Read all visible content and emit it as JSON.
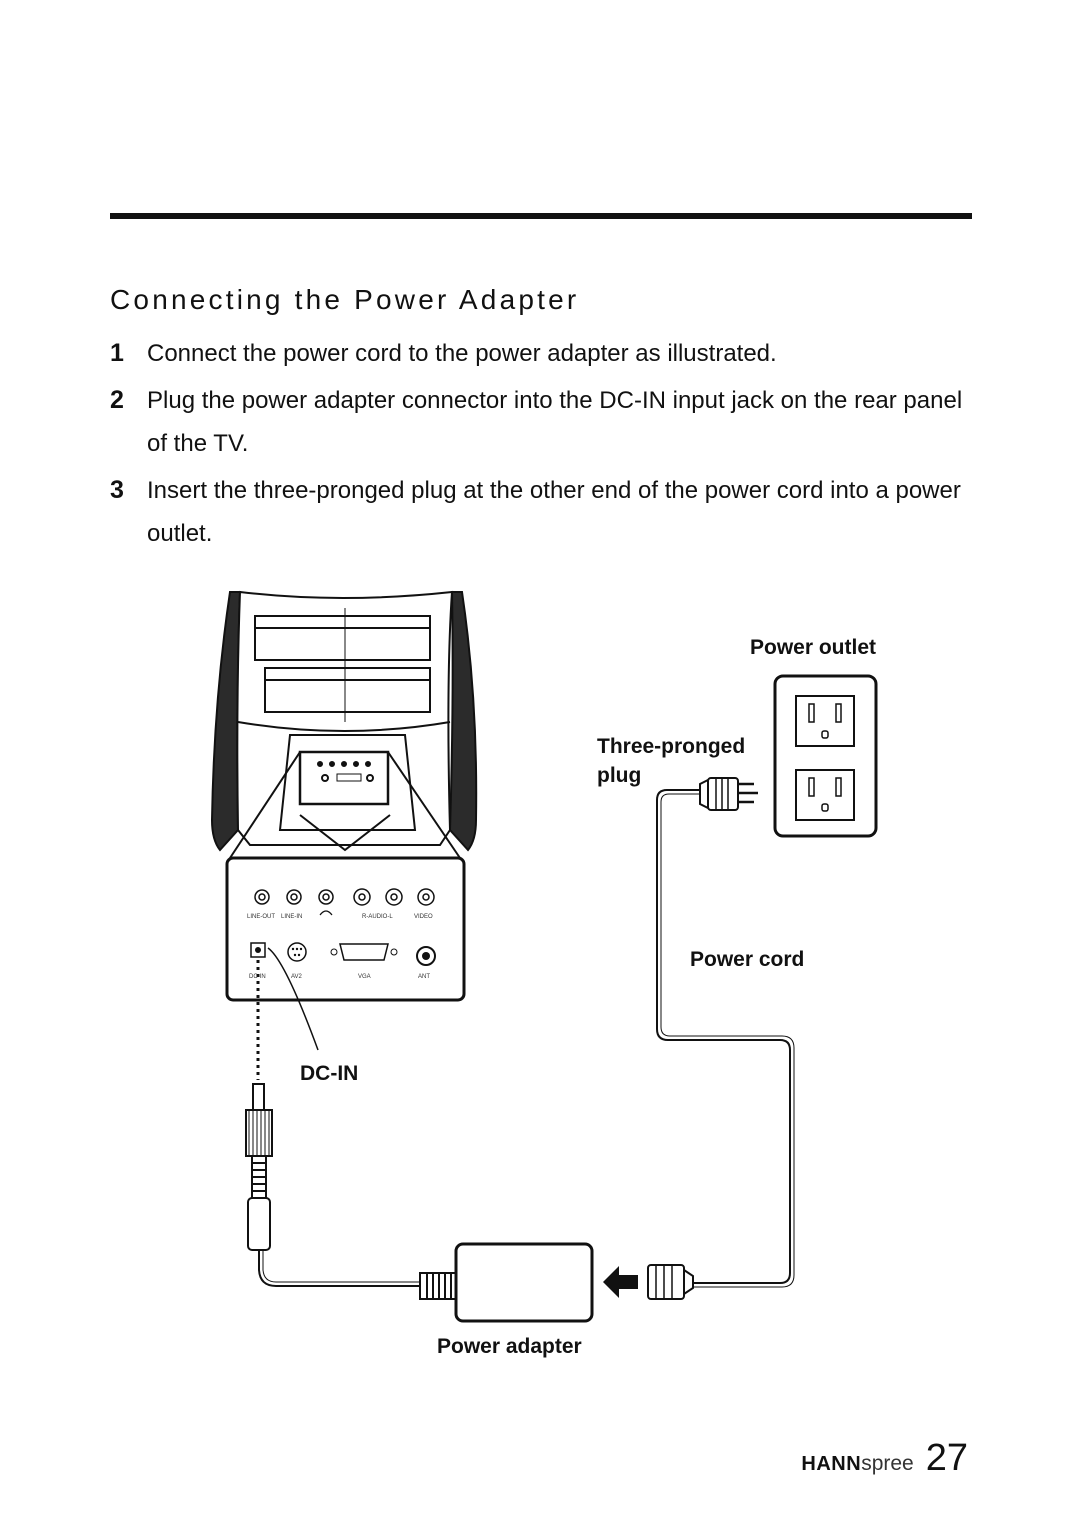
{
  "section": {
    "title": "Connecting the Power Adapter"
  },
  "steps": [
    {
      "number": "1",
      "text": "Connect the power cord to the power adapter as illustrated."
    },
    {
      "number": "2",
      "text": "Plug the power adapter connector into the DC-IN input jack on the rear panel of the TV."
    },
    {
      "number": "3",
      "text": "Insert the three-pronged plug at the other end of the power cord into a power outlet."
    }
  ],
  "diagram": {
    "labels": {
      "power_outlet": "Power outlet",
      "three_pronged_1": "Three-pronged",
      "three_pronged_2": "plug",
      "power_cord": "Power cord",
      "dc_in": "DC-IN",
      "power_adapter": "Power adapter"
    },
    "panel_labels": {
      "line_out": "LINE-OUT",
      "line_in": "LINE-IN",
      "r_audio_l": "R-AUDIO-L",
      "video": "VIDEO",
      "dc_in": "DC-IN",
      "av2": "AV2",
      "vga": "VGA",
      "ant": "ANT"
    }
  },
  "footer": {
    "brand_bold": "HANN",
    "brand_light": "spree",
    "page_number": "27"
  }
}
